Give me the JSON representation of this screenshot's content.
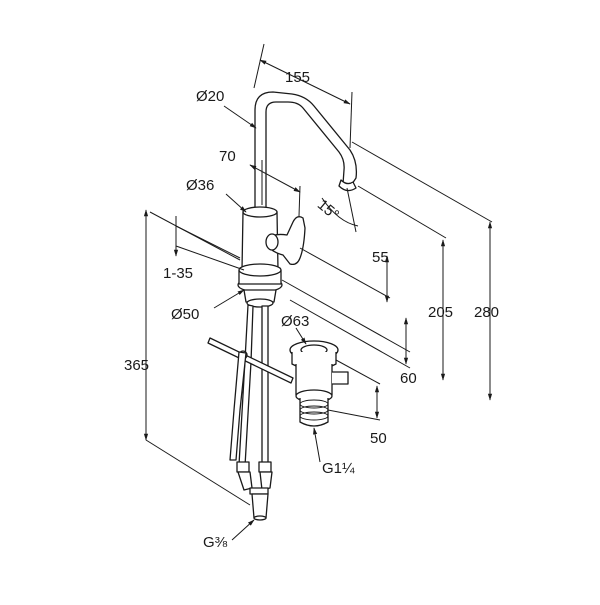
{
  "labels": {
    "d20": "Ø20",
    "w155": "155",
    "w70": "70",
    "d36": "Ø36",
    "angle15": "15°",
    "h55": "55",
    "r135": "1-35",
    "d50": "Ø50",
    "h205": "205",
    "h280": "280",
    "d63": "Ø63",
    "h365": "365",
    "h60": "60",
    "h50": "50",
    "g114": "G1¼",
    "g38": "G⅜"
  }
}
